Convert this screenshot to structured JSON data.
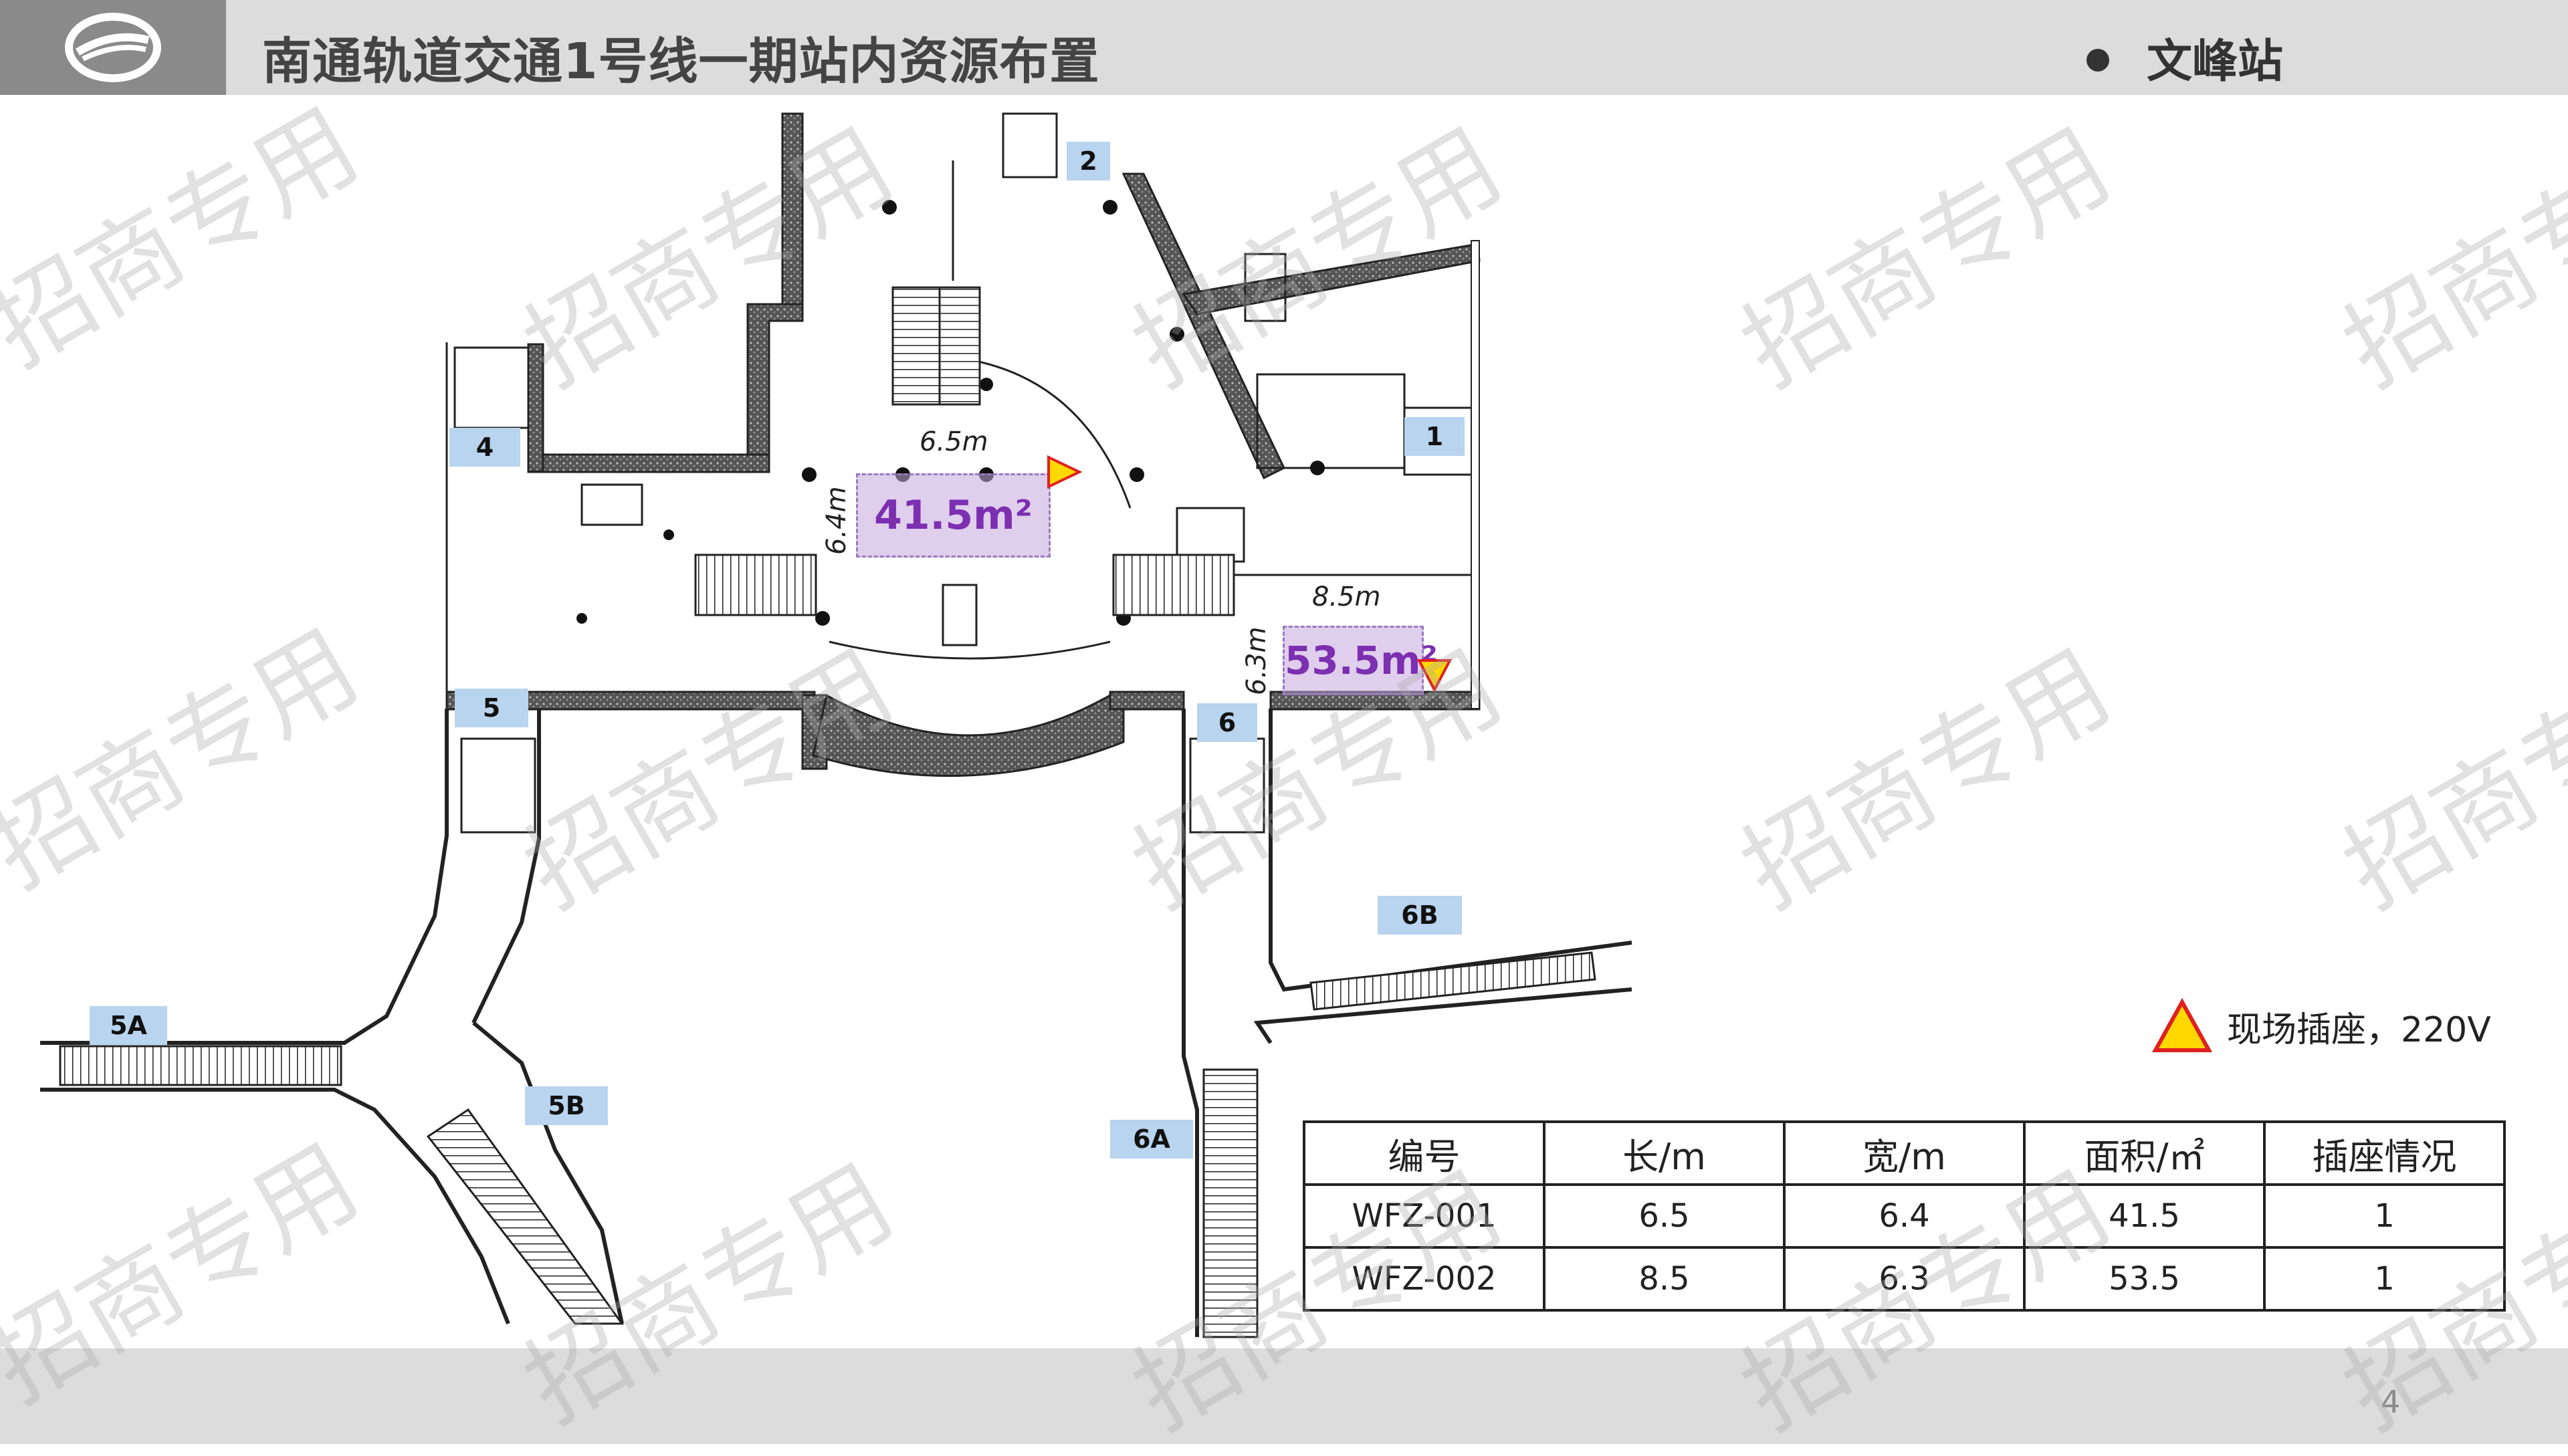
{
  "header": {
    "title": "南通轨道交通1号线一期站内资源布置",
    "station": "文峰站"
  },
  "entrances": {
    "e1": "1",
    "e2": "2",
    "e4": "4",
    "e5": "5",
    "e6": "6",
    "e5a": "5A",
    "e5b": "5B",
    "e6a": "6A",
    "e6b": "6B"
  },
  "resources": {
    "r1": {
      "area": "41.5m²",
      "length": "6.5m",
      "width": "6.4m"
    },
    "r2": {
      "area": "53.5m²",
      "length": "8.5m",
      "width": "6.3m"
    }
  },
  "legend": {
    "text": "现场插座，220V"
  },
  "table": {
    "headers": [
      "编号",
      "长/m",
      "宽/m",
      "面积/㎡",
      "插座情况"
    ],
    "rows": [
      [
        "WFZ-001",
        "6.5",
        "6.4",
        "41.5",
        "1"
      ],
      [
        "WFZ-002",
        "8.5",
        "6.3",
        "53.5",
        "1"
      ]
    ]
  },
  "watermark": "招商专用",
  "page": {
    "number": "4"
  },
  "colors": {
    "entrance_fill": "#b8d4ee",
    "resource_fill": "#c4a6dc",
    "resource_text": "#7c2fb0",
    "socket": "#ffd800",
    "socket_border": "#e02020"
  }
}
